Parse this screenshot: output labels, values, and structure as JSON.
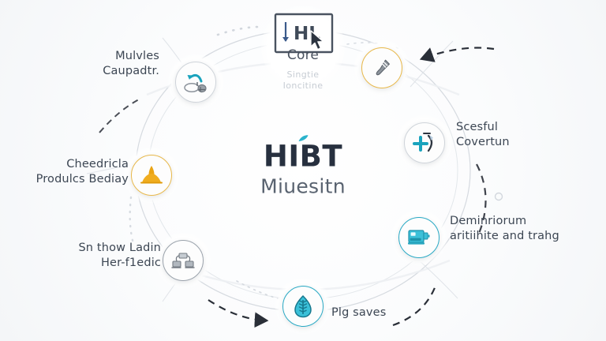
{
  "diagram": {
    "type": "circular-hub-and-spoke",
    "background_color": "#fbfcfd",
    "center": {
      "brand": "HIBT",
      "subtitle": "Miuesitn",
      "brand_color": "#27303f",
      "accent_color": "#2bb3cc"
    },
    "core_node": {
      "caption": "Core",
      "subcaption_line1": "Singtie",
      "subcaption_line2": "Ioncitine",
      "icon": "chart-frame-icon",
      "cursor": "mouse-pointer-icon"
    },
    "nodes": [
      {
        "id": "node-core",
        "label": "Core",
        "icon": "chart-frame-icon",
        "ring_color": "#cfd4da",
        "angle_deg": 270,
        "position": "top"
      },
      {
        "id": "node-tool",
        "label": "",
        "icon": "hand-tool-icon",
        "ring_color": "#e8b84a",
        "angle_deg": 315,
        "position": "top-right"
      },
      {
        "id": "node-conversion",
        "label_line1": "Scesful",
        "label_line2": "Covertun",
        "icon": "plus-circle-icon",
        "ring_color": "#cfd4da",
        "angle_deg": 0,
        "position": "right"
      },
      {
        "id": "node-machine",
        "label_line1": "Deminriorum",
        "label_line2": "aritiihite and trahg",
        "icon": "machine-icon",
        "ring_color": "#29a9c4",
        "angle_deg": 45,
        "position": "bottom-right"
      },
      {
        "id": "node-seed",
        "label_line1": "Plg saves",
        "icon": "seed-egg-icon",
        "ring_color": "#29a9c4",
        "angle_deg": 90,
        "position": "bottom"
      },
      {
        "id": "node-pair",
        "label_line1": "Sn thow Ladin",
        "label_line2": "Her-f1edic",
        "icon": "paired-units-icon",
        "ring_color": "#9aa2ab",
        "angle_deg": 135,
        "position": "bottom-left"
      },
      {
        "id": "node-harvest",
        "label_line1": "Cheedricla",
        "label_line2": "Produlcs Bediay",
        "icon": "harvest-cone-icon",
        "ring_color": "#e8b84a",
        "angle_deg": 180,
        "position": "left"
      },
      {
        "id": "node-rotate",
        "label_line1": "Mulvles",
        "label_line2": "Caupadtr.",
        "icon": "rotate-arrow-icon",
        "ring_color": "#cfd4da",
        "angle_deg": 225,
        "position": "top-left"
      }
    ],
    "connectors": {
      "ring_color": "#d3d8de",
      "dashed_arrow_color": "#2a2f38",
      "dotted_color": "#c9ced5"
    }
  }
}
